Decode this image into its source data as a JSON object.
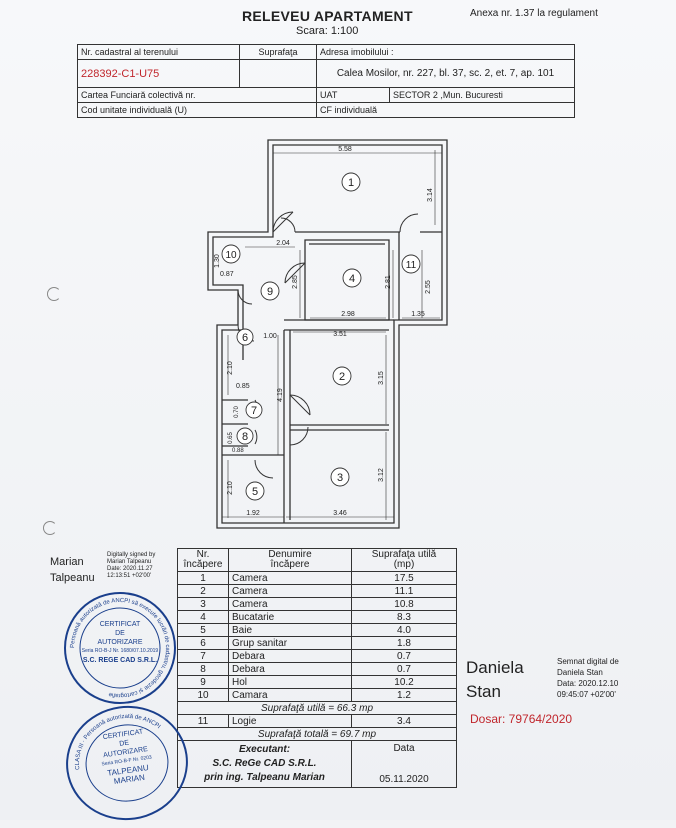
{
  "header": {
    "title": "RELEVEU APARTAMENT",
    "scale": "Scara: 1:100",
    "annex": "Anexa nr. 1.37 la regulament"
  },
  "info": {
    "cadastral_label": "Nr. cadastral al terenului",
    "surface_label": "Suprafaţa",
    "address_label": "Adresa imobilului :",
    "cadastral_number": "228392-C1-U75",
    "address_value": "Calea Mosilor, nr. 227, bl. 37, sc. 2, et. 7, ap. 101",
    "cf_label": "Cartea Funciară colectivă nr.",
    "uat_label": "UAT",
    "uat_value": "SECTOR 2 ,Mun. Bucuresti",
    "unit_label": "Cod unitate individuală (U)",
    "cf_individual_label": "CF individuală"
  },
  "plan": {
    "rooms": [
      "1",
      "2",
      "3",
      "4",
      "5",
      "6",
      "7",
      "8",
      "9",
      "10",
      "11"
    ],
    "dims": {
      "d558": "5.58",
      "d314": "3.14",
      "d204": "2.04",
      "d285": "2.85",
      "d281": "2.81",
      "d255": "2.55",
      "d130": "1.30",
      "d087": "0.87",
      "d298": "2.98",
      "d135": "1.35",
      "d100": "1.00",
      "d351": "3.51",
      "d210a": "2.10",
      "d085": "0.85",
      "d419": "4.19",
      "d315": "3.15",
      "d070": "0.70",
      "d065": "0.65",
      "d088": "0.88",
      "d210b": "2.10",
      "d312": "3.12",
      "d192": "1.92",
      "d346": "3.46"
    }
  },
  "room_table": {
    "col_nr": [
      "Nr.",
      "încăpere"
    ],
    "col_name": [
      "Denumire",
      "încăpere"
    ],
    "col_area": [
      "Suprafaţa utilă",
      "(mp)"
    ],
    "rows": [
      {
        "nr": "1",
        "name": "Camera",
        "area": "17.5"
      },
      {
        "nr": "2",
        "name": "Camera",
        "area": "11.1"
      },
      {
        "nr": "3",
        "name": "Camera",
        "area": "10.8"
      },
      {
        "nr": "4",
        "name": "Bucatarie",
        "area": "8.3"
      },
      {
        "nr": "5",
        "name": "Baie",
        "area": "4.0"
      },
      {
        "nr": "6",
        "name": "Grup sanitar",
        "area": "1.8"
      },
      {
        "nr": "7",
        "name": "Debara",
        "area": "0.7"
      },
      {
        "nr": "8",
        "name": "Debara",
        "area": "0.7"
      },
      {
        "nr": "9",
        "name": "Hol",
        "area": "10.2"
      },
      {
        "nr": "10",
        "name": "Camara",
        "area": "1.2"
      }
    ],
    "useful_total": "Suprafaţă utilă = 66.3 mp",
    "logie": {
      "nr": "11",
      "name": "Logie",
      "area": "3.4"
    },
    "grand_total": "Suprafaţă totală = 69.7 mp",
    "executant_label": "Executant:",
    "executant_company": "S.C. ReGe CAD S.R.L.",
    "executant_person": "prin ing. Talpeanu Marian",
    "date_label": "Data",
    "date_value": "05.11.2020"
  },
  "signature_left": {
    "first": "Marian",
    "last": "Talpeanu",
    "l1": "Digitally signed by",
    "l2": "Marian Talpeanu",
    "l3": "Date: 2020.11.27",
    "l4": "12:13:51 +02'00'"
  },
  "stamp_top": {
    "ring": "Persoană autorizată de ANCPI să execute lucrări de cadastru, geodezie și cartografie",
    "l1": "CERTIFICAT",
    "l2": "DE",
    "l3": "AUTORIZARE",
    "l4": "Seria RO-B-J Nr. 1680/07.10.2019",
    "l5": "S.C. REGE CAD S.R.L."
  },
  "stamp_bottom": {
    "ring": "CLASA III · Persoană autorizată de ANCPI",
    "l1": "CERTIFICAT",
    "l2": "DE",
    "l3": "AUTORIZARE",
    "l4": "Seria RO-B-F Nr. 0203",
    "l5": "TALPEANU",
    "l6": "MARIAN"
  },
  "signature_right": {
    "first": "Daniela",
    "last": "Stan",
    "l1": "Semnat digital de",
    "l2": "Daniela Stan",
    "l3": "Data: 2020.12.10",
    "l4": "09:45:07 +02'00'",
    "dosar": "Dosar: 79764/2020"
  },
  "colors": {
    "stamp": "#1a3f8c",
    "accent_red": "#c0262c"
  }
}
